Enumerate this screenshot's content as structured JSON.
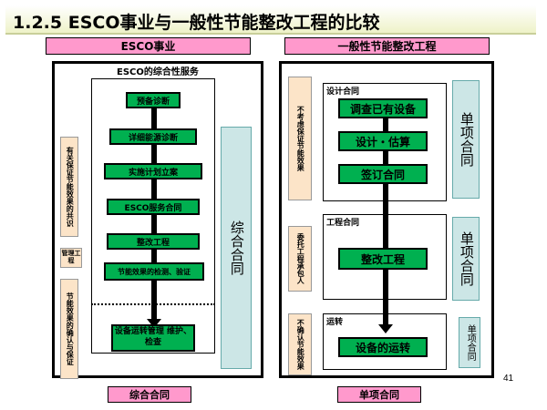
{
  "title": "1.2.5  ESCO事业与一般性节能整改工程的比较",
  "left": {
    "header": "ESCO事业",
    "subheader": "ESCO的综合性服务",
    "steps": [
      "预备诊断",
      "详细能源诊断",
      "实施计划立案",
      "ESCO服务合同",
      "整改工程",
      "节能效果的检测、验证",
      "设备运转管理 维护、检查"
    ],
    "side_labels": [
      "有关保证节能效果的共识",
      "管理工程",
      "节能效果的确认与保证"
    ],
    "contract_label": "综合合同",
    "footer": "综合合同"
  },
  "right": {
    "header": "一般性节能整改工程",
    "sections": {
      "design": {
        "label": "设计合同",
        "steps": [
          "调查已有设备",
          "设计・估算",
          "签订合同"
        ],
        "contract": "单项合同",
        "side": "不考虑保证节能效果"
      },
      "construction": {
        "label": "工程合同",
        "steps": [
          "整改工程"
        ],
        "contract": "单项合同",
        "side": "委托工程承包人"
      },
      "operation": {
        "label": "运转",
        "steps": [
          "设备的运转"
        ],
        "contract": "单项合同",
        "side": "不确认节能效果"
      }
    },
    "footer": "单项合同"
  },
  "page_number": "41"
}
